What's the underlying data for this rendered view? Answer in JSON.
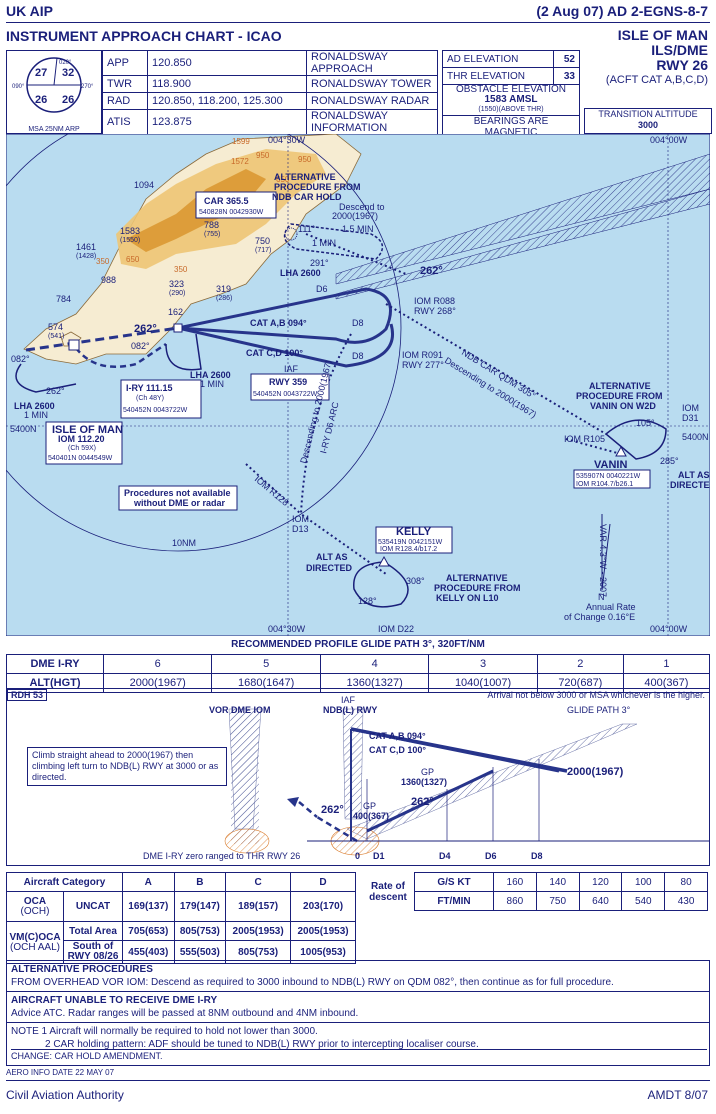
{
  "header": {
    "left": "UK AIP",
    "right": "(2 Aug 07) AD 2-EGNS-8-7"
  },
  "title": {
    "main": "INSTRUMENT APPROACH CHART - ICAO",
    "airport_l1": "ISLE OF MAN",
    "airport_l2": "ILS/DME",
    "airport_l3": "RWY 26",
    "airport_l4": "(ACFT CAT A,B,C,D)"
  },
  "msa": {
    "caption": "MSA 25NM ARP",
    "sectors": [
      "27",
      "32",
      "26",
      "26"
    ],
    "bearings": [
      "090°",
      "270°",
      "020°"
    ]
  },
  "frequencies": [
    {
      "service": "APP",
      "freq": "120.850",
      "name": "RONALDSWAY APPROACH"
    },
    {
      "service": "TWR",
      "freq": "118.900",
      "name": "RONALDSWAY TOWER"
    },
    {
      "service": "RAD",
      "freq": "120.850, 118.200, 125.300",
      "name": "RONALDSWAY RADAR"
    },
    {
      "service": "ATIS",
      "freq": "123.875",
      "name": "RONALDSWAY INFORMATION"
    }
  ],
  "elevations": {
    "ad_label": "AD ELEVATION",
    "ad_value": "52",
    "thr_label": "THR ELEVATION",
    "thr_value": "33",
    "obst_label": "OBSTACLE ELEVATION",
    "obst_value": "1583 AMSL",
    "obst_sub": "(1550)(ABOVE THR)",
    "bearings": "BEARINGS ARE MAGNETIC",
    "trans_label": "TRANSITION ALTITUDE",
    "trans_value": "3000"
  },
  "map": {
    "lon_top_1": "004°30W",
    "lon_top_2": "004°00W",
    "lon_bot_1": "004°30W",
    "lon_bot_2": "004°00W",
    "lat_left": "5400N",
    "lat_right": "5400N",
    "ring_label": "10NM",
    "car_box": [
      "CAR 365.5",
      "540828N 0042930W"
    ],
    "car_hold_note": [
      "ALTERNATIVE",
      "PROCEDURE FROM",
      "NDB CAR HOLD"
    ],
    "descend_note": [
      "Descend to",
      "2000(1967)"
    ],
    "iry_box": [
      "I-RY 111.15",
      "(Ch 48Y)",
      "540452N 0043722W"
    ],
    "rwy_box": [
      "RWY 359",
      "540452N 0043722W"
    ],
    "iom_box": [
      "ISLE OF MAN",
      "IOM 112.20",
      "(Ch 59X)",
      "540401N 0044549W"
    ],
    "kelly_box": [
      "KELLY",
      "535419N 0042151W",
      "IOM R128.4/b17.2"
    ],
    "vanin_label": "VANIN",
    "vanin_box": [
      "535907N 0040221W",
      "IOM R104.7/b26.1"
    ],
    "proc_box": [
      "Procedures not available",
      "without DME or radar"
    ],
    "alt_vanin": [
      "ALTERNATIVE",
      "PROCEDURE FROM",
      "VANIN ON W2D"
    ],
    "alt_kelly": [
      "ALTERNATIVE",
      "PROCEDURE FROM",
      "KELLY ON L10"
    ],
    "alt_as_dir_1": [
      "ALT AS",
      "DIRECTED"
    ],
    "alt_as_dir_2": [
      "ALT AS",
      "DIRECTED"
    ],
    "var_note": "VAR 4.3°W - 2007",
    "annual_note": [
      "Annual Rate",
      "of Change 0.16°E"
    ],
    "north": "N",
    "iom_r088": [
      "IOM R088",
      "RWY 268°"
    ],
    "iom_r091": [
      "IOM R091",
      "RWY 277°"
    ],
    "iom_r105": "IOM R105",
    "iom_r128": "IOM R128",
    "iom_d31": [
      "IOM",
      "D31"
    ],
    "iom_d13": [
      "IOM",
      "D13"
    ],
    "iom_d22": "IOM D22",
    "ndb_qdm": [
      "NDB CAR QDM 305°",
      "Descending to 2000(1967)"
    ],
    "desc_d6": [
      "Descending to 2000(1967)",
      "I-RY D6 ARC"
    ],
    "cat_ab": "CAT A,B 094°",
    "cat_cd": "CAT C,D 100°",
    "h262a": "262°",
    "h262b": "262°",
    "h262c": "262°",
    "h262d": "262°",
    "h082": "082°",
    "h082b": "082°",
    "lha1": "LHA 2600",
    "lha1_sub": "1 MIN",
    "lha2": "LHA 2600",
    "lha2_sub": "1 MIN",
    "lha3": "LHA 2600",
    "d6": "D6",
    "d8a": "D8",
    "d8b": "D8",
    "iaf": "IAF",
    "min15": "1.5 MIN",
    "min1": "1 MIN",
    "min1b": "1 MIN",
    "h111": "111°",
    "h291": "291°",
    "h105": "105°",
    "h285": "285°",
    "h308": "308°",
    "h128": "128°",
    "terrain": [
      "1599",
      "1572",
      "1094",
      "1583",
      "(1550)",
      "1461",
      "(1428)",
      "988",
      "788",
      "(755)",
      "750",
      "(717)",
      "323",
      "(290)",
      "319",
      "(286)",
      "162",
      "574",
      "(541)",
      "784",
      "950",
      "650",
      "350",
      "650",
      "350",
      "950",
      "650"
    ]
  },
  "profile": {
    "header": "RECOMMENDED PROFILE GLIDE PATH 3°, 320FT/NM",
    "dme_label": "DME I-RY",
    "alt_label": "ALT(HGT)",
    "dme": [
      "6",
      "5",
      "4",
      "3",
      "2",
      "1"
    ],
    "alt": [
      "2000(1967)",
      "1680(1647)",
      "1360(1327)",
      "1040(1007)",
      "720(687)",
      "400(367)"
    ],
    "rdh": "RDH 53",
    "arrival_note": "Arrival not below 3000 or MSA whichever is the higher.",
    "vor_label": "VOR DME IOM",
    "ndb_label": "NDB(L) RWY",
    "iaf_label": "IAF",
    "gp_label": "GLIDE PATH 3°",
    "missed": "Climb straight ahead to 2000(1967) then climbing left turn to NDB(L) RWY at 3000 or as directed.",
    "cat_ab": "CAT A,B 094°",
    "cat_cd": "CAT C,D 100°",
    "alt2000": "2000(1967)",
    "gp1": [
      "GP",
      "1360(1327)"
    ],
    "gp2": [
      "GP",
      "400(367)"
    ],
    "h262a": "262°",
    "h262b": "262°",
    "axis_note": "DME I-RY zero ranged to THR RWY 26",
    "axis": [
      "0",
      "D1",
      "D4",
      "D6",
      "D8"
    ]
  },
  "minima": {
    "cat_header": "Aircraft Category",
    "cats": [
      "A",
      "B",
      "C",
      "D"
    ],
    "oca_label": [
      "OCA",
      "(OCH)"
    ],
    "uncat": "UNCAT",
    "uncat_vals": [
      "169(137)",
      "179(147)",
      "189(157)",
      "203(170)"
    ],
    "vm_label": [
      "VM(C)OCA",
      "(OCH AAL)"
    ],
    "total_area": "Total Area",
    "total_vals": [
      "705(653)",
      "805(753)",
      "2005(1953)",
      "2005(1953)"
    ],
    "south_label": [
      "South of",
      "RWY 08/26"
    ],
    "south_vals": [
      "455(403)",
      "555(503)",
      "805(753)",
      "1005(953)"
    ],
    "rate_label": [
      "Rate of",
      "descent"
    ],
    "gs_label": "G/S KT",
    "gs": [
      "160",
      "140",
      "120",
      "100",
      "80"
    ],
    "ft_label": "FT/MIN",
    "ft": [
      "860",
      "750",
      "640",
      "540",
      "430"
    ]
  },
  "notes": {
    "alt_title": "ALTERNATIVE PROCEDURES",
    "alt_text": "FROM OVERHEAD VOR IOM: Descend as required to 3000 inbound to NDB(L) RWY on QDM 082°, then continue as for full procedure.",
    "unable_title": "AIRCRAFT UNABLE TO RECEIVE DME I-RY",
    "unable_text": "Advice ATC. Radar ranges will be passed at 8NM outbound and 4NM inbound.",
    "note1": "NOTE 1  Aircraft will normally be required to hold not lower than 3000.",
    "note2": "2  CAR holding pattern: ADF should be tuned to NDB(L) RWY prior to intercepting localiser course.",
    "change": "CHANGE: CAR HOLD AMENDMENT.",
    "aero": "AERO INFO DATE 22 MAY 07"
  },
  "footer": {
    "left": "Civil Aviation Authority",
    "right": "AMDT 8/07"
  },
  "colors": {
    "ink": "#1a1f7a",
    "sea": "#b9dcf0",
    "land": "#f6ecd2",
    "terrain": "#e6b04a",
    "profile": "#27348b"
  }
}
